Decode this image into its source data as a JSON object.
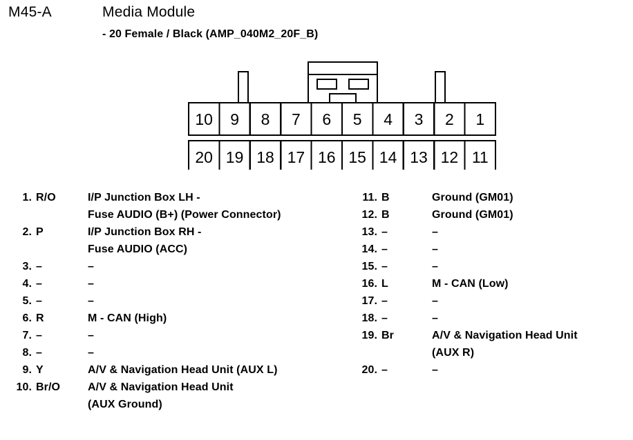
{
  "header": {
    "code": "M45-A",
    "title": "Media Module",
    "subtitle": "- 20 Female / Black (AMP_040M2_20F_B)"
  },
  "connector": {
    "name": "20-pin-female-connector",
    "top_row_labels": [
      "10",
      "9",
      "8",
      "7",
      "6",
      "5",
      "4",
      "3",
      "2",
      "1"
    ],
    "bottom_row_labels": [
      "20",
      "19",
      "18",
      "17",
      "16",
      "15",
      "14",
      "13",
      "12",
      "11"
    ],
    "stroke_color": "#000000",
    "fill_color": "#ffffff"
  },
  "pins_left": [
    {
      "num": "1.",
      "color": "R/O",
      "desc": "I/P Junction Box LH -"
    },
    {
      "num": "",
      "color": "",
      "desc": "Fuse AUDIO (B+) (Power Connector)",
      "cont": true
    },
    {
      "num": "2.",
      "color": "P",
      "desc": "I/P Junction Box RH -"
    },
    {
      "num": "",
      "color": "",
      "desc": "Fuse AUDIO (ACC)",
      "cont": true
    },
    {
      "num": "3.",
      "color": "–",
      "desc": "–"
    },
    {
      "num": "4.",
      "color": "–",
      "desc": "–"
    },
    {
      "num": "5.",
      "color": "–",
      "desc": "–"
    },
    {
      "num": "6.",
      "color": "R",
      "desc": "M - CAN (High)"
    },
    {
      "num": "7.",
      "color": "–",
      "desc": "–"
    },
    {
      "num": "8.",
      "color": "–",
      "desc": "–"
    },
    {
      "num": "9.",
      "color": "Y",
      "desc": "A/V & Navigation Head Unit (AUX L)"
    },
    {
      "num": "10.",
      "color": "Br/O",
      "desc": "A/V & Navigation Head Unit"
    },
    {
      "num": "",
      "color": "",
      "desc": "(AUX Ground)",
      "cont": true
    }
  ],
  "pins_right": [
    {
      "num": "11.",
      "color": "B",
      "desc": "Ground (GM01)"
    },
    {
      "num": "12.",
      "color": "B",
      "desc": "Ground (GM01)"
    },
    {
      "num": "13.",
      "color": "–",
      "desc": "–"
    },
    {
      "num": "14.",
      "color": "–",
      "desc": "–"
    },
    {
      "num": "15.",
      "color": "–",
      "desc": "–"
    },
    {
      "num": "16.",
      "color": "L",
      "desc": "M - CAN (Low)"
    },
    {
      "num": "17.",
      "color": "–",
      "desc": "–"
    },
    {
      "num": "18.",
      "color": "–",
      "desc": "–"
    },
    {
      "num": "19.",
      "color": "Br",
      "desc": "A/V & Navigation Head Unit"
    },
    {
      "num": "",
      "color": "",
      "desc": "(AUX R)",
      "cont": true
    },
    {
      "num": "20.",
      "color": "–",
      "desc": "–"
    }
  ]
}
